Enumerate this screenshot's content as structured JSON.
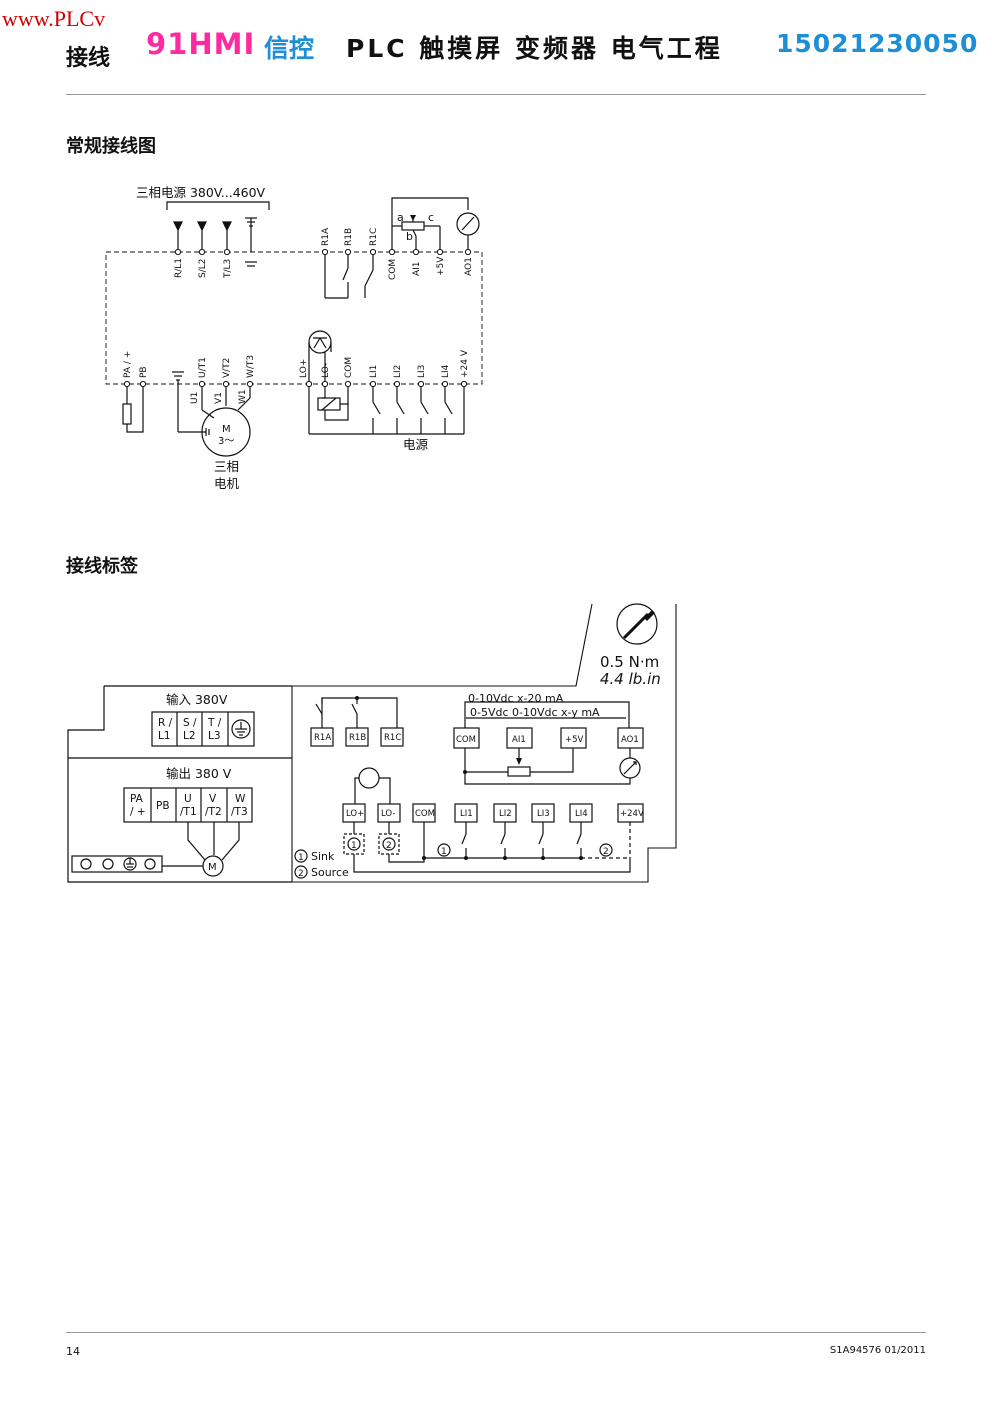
{
  "header": {
    "watermark": "www.PLCv",
    "chapter": "接线",
    "brand": "91HMI",
    "brand_cn": "信控",
    "banner": "PLC 触摸屏 变频器 电气工程",
    "phone": "15021230050"
  },
  "sections": {
    "wiring_diagram": "常规接线图",
    "wiring_label": "接线标签"
  },
  "diagram1": {
    "supply_label": "三相电源 380V...460V",
    "power_terminals": [
      "R/L1",
      "S/L2",
      "T/L3"
    ],
    "relay_terminals": [
      "R1A",
      "R1B",
      "R1C"
    ],
    "analog_terminals": [
      "COM",
      "AI1",
      "+5V",
      "AO1"
    ],
    "pot_letters": [
      "a",
      "b",
      "c"
    ],
    "bottom_terminals": [
      "PA / +",
      "PB"
    ],
    "motor_terminals": [
      "U/T1",
      "V/T2",
      "W/T3"
    ],
    "motor_leads": [
      "U1",
      "V1",
      "W1"
    ],
    "logic_terminals": [
      "LO+",
      "LO-",
      "COM",
      "LI1",
      "LI2",
      "LI3",
      "LI4",
      "+24 V"
    ],
    "motor_symbol": "M",
    "motor_phase": "3～",
    "motor_label_1": "三相",
    "motor_label_2": "电机",
    "power_label": "电源"
  },
  "diagram2": {
    "torque_nm": "0.5 N·m",
    "torque_lbin": "4.4 lb.in",
    "input_label": "输入 380V",
    "input_terminals": [
      [
        "R /",
        "L1"
      ],
      [
        "S /",
        "L2"
      ],
      [
        "T /",
        "L3"
      ]
    ],
    "output_label": "输出 380 V",
    "output_terminals": [
      [
        "PA",
        "/ +"
      ],
      [
        "PB",
        ""
      ],
      [
        "U",
        "/T1"
      ],
      [
        "V",
        "/T2"
      ],
      [
        "W",
        "/T3"
      ]
    ],
    "relay_terminals": [
      "R1A",
      "R1B",
      "R1C"
    ],
    "analog_range_1": "0-10Vdc  x-20 mA",
    "analog_range_2": "0-5Vdc 0-10Vdc x-y mA",
    "analog_terminals": [
      "COM",
      "AI1",
      "+5V",
      "AO1"
    ],
    "logic_terminals": [
      "LO+",
      "LO-",
      "COM",
      "LI1",
      "LI2",
      "LI3",
      "LI4",
      "+24V"
    ],
    "motor_symbol": "M",
    "marker_1": "1",
    "marker_2": "2",
    "sink_label": "Sink",
    "source_label": "Source"
  },
  "footer": {
    "page_number": "14",
    "doc_id": "S1A94576 01/2011"
  }
}
